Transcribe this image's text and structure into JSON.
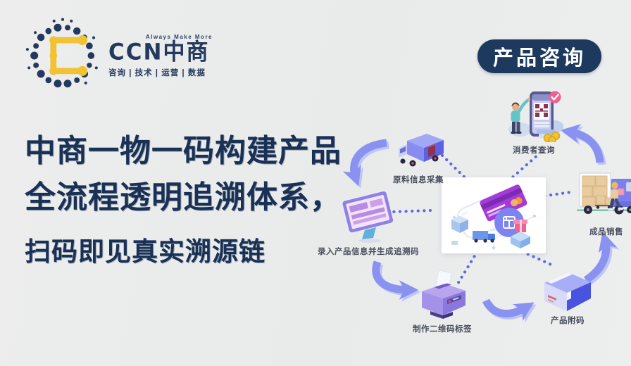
{
  "page": {
    "background": "#ebedec"
  },
  "logo": {
    "tagline": "Always Make More",
    "brand": "CCN中商",
    "services": "咨询 | 技术 | 运营 | 数据",
    "navy": "#24395e",
    "yellow": "#f1c232"
  },
  "badge": {
    "label": "产品咨询",
    "background": "#1d3a5e",
    "text_color": "#ffffff"
  },
  "headline": {
    "line1": "中商一物一码构建产品",
    "line2": "全流程透明追溯体系，",
    "line3": "扫码即见真实溯源链",
    "color": "#1a3156"
  },
  "diagram": {
    "arrow_color": "#8a92f0",
    "dotted_color": "#5f68e0",
    "label_color": "#474d5c",
    "nodes": [
      {
        "id": "raw-material-collection",
        "label": "原料信息采集",
        "icon": "delivery-van-icon"
      },
      {
        "id": "product-data-entry",
        "label": "录入产品信息并生成追溯码",
        "icon": "monitor-icon"
      },
      {
        "id": "qr-label-printing",
        "label": "制作二维码标签",
        "icon": "printer-icon"
      },
      {
        "id": "product-code-attach",
        "label": "产品附码",
        "icon": "carton-box-icon"
      },
      {
        "id": "finished-product-sales",
        "label": "成品销售",
        "icon": "loading-truck-icon"
      },
      {
        "id": "consumer-query",
        "label": "消费者查询",
        "icon": "phone-qr-scan-icon"
      }
    ],
    "center": {
      "id": "trace-platform",
      "icon": "trace-platform-card"
    }
  }
}
